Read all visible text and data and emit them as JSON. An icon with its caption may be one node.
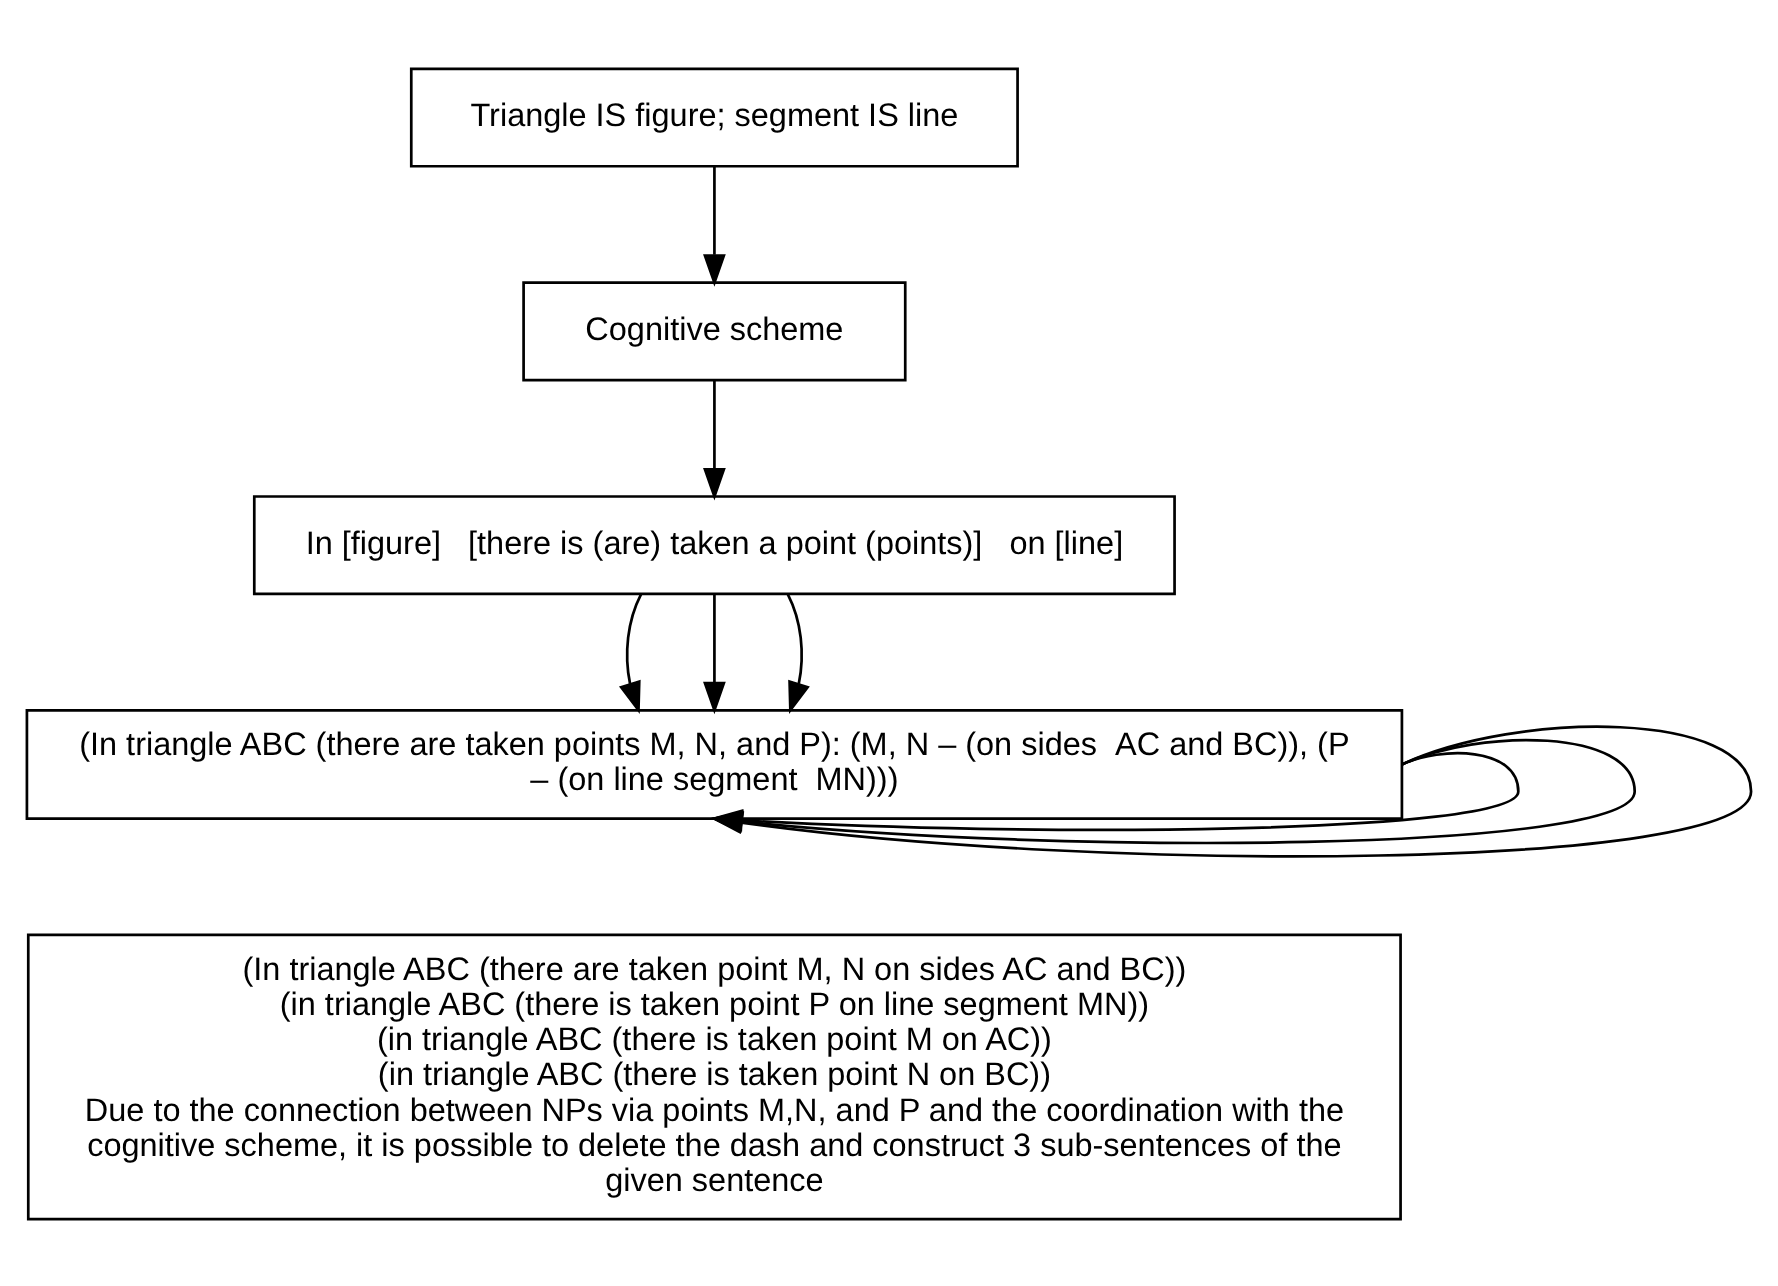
{
  "diagram": {
    "nodes": [
      {
        "text": [
          "Triangle IS figure; segment IS line"
        ]
      },
      {
        "text": [
          "Cognitive scheme"
        ]
      },
      {
        "text": [
          "In [figure]   [there is (are) taken a point (points)]   on [line]"
        ]
      },
      {
        "text": [
          "(In triangle ABC (there are taken points M, N, and P): (M, N – (on sides  AC and BC)), (P – (on line segment  MN)))"
        ]
      },
      {
        "text": [
          "(In triangle ABC (there are taken point M, N on sides AC and BC))",
          "(in triangle ABC (there is taken point P on line segment MN))",
          "(in triangle ABC (there is taken point M on AC))",
          "(in triangle ABC (there is taken point N on BC))",
          "Due to the connection between NPs via points M,N, and P and the coordination with the cognitive scheme, it is possible to delete the dash and construct 3 sub-sentences of the given sentence"
        ]
      }
    ],
    "edges": [
      {
        "from": 0,
        "to": 1,
        "arrow": "to"
      },
      {
        "from": 1,
        "to": 2,
        "arrow": "to"
      },
      {
        "from": 2,
        "to": 3,
        "arrow": "to"
      },
      {
        "from": 2,
        "to": 3,
        "arrow": "to"
      },
      {
        "from": 2,
        "to": 3,
        "arrow": "to"
      },
      {
        "from": 3,
        "to": 3,
        "arrow": "to"
      },
      {
        "from": 3,
        "to": 3,
        "arrow": "to"
      },
      {
        "from": 3,
        "to": 3,
        "arrow": "to"
      }
    ]
  }
}
